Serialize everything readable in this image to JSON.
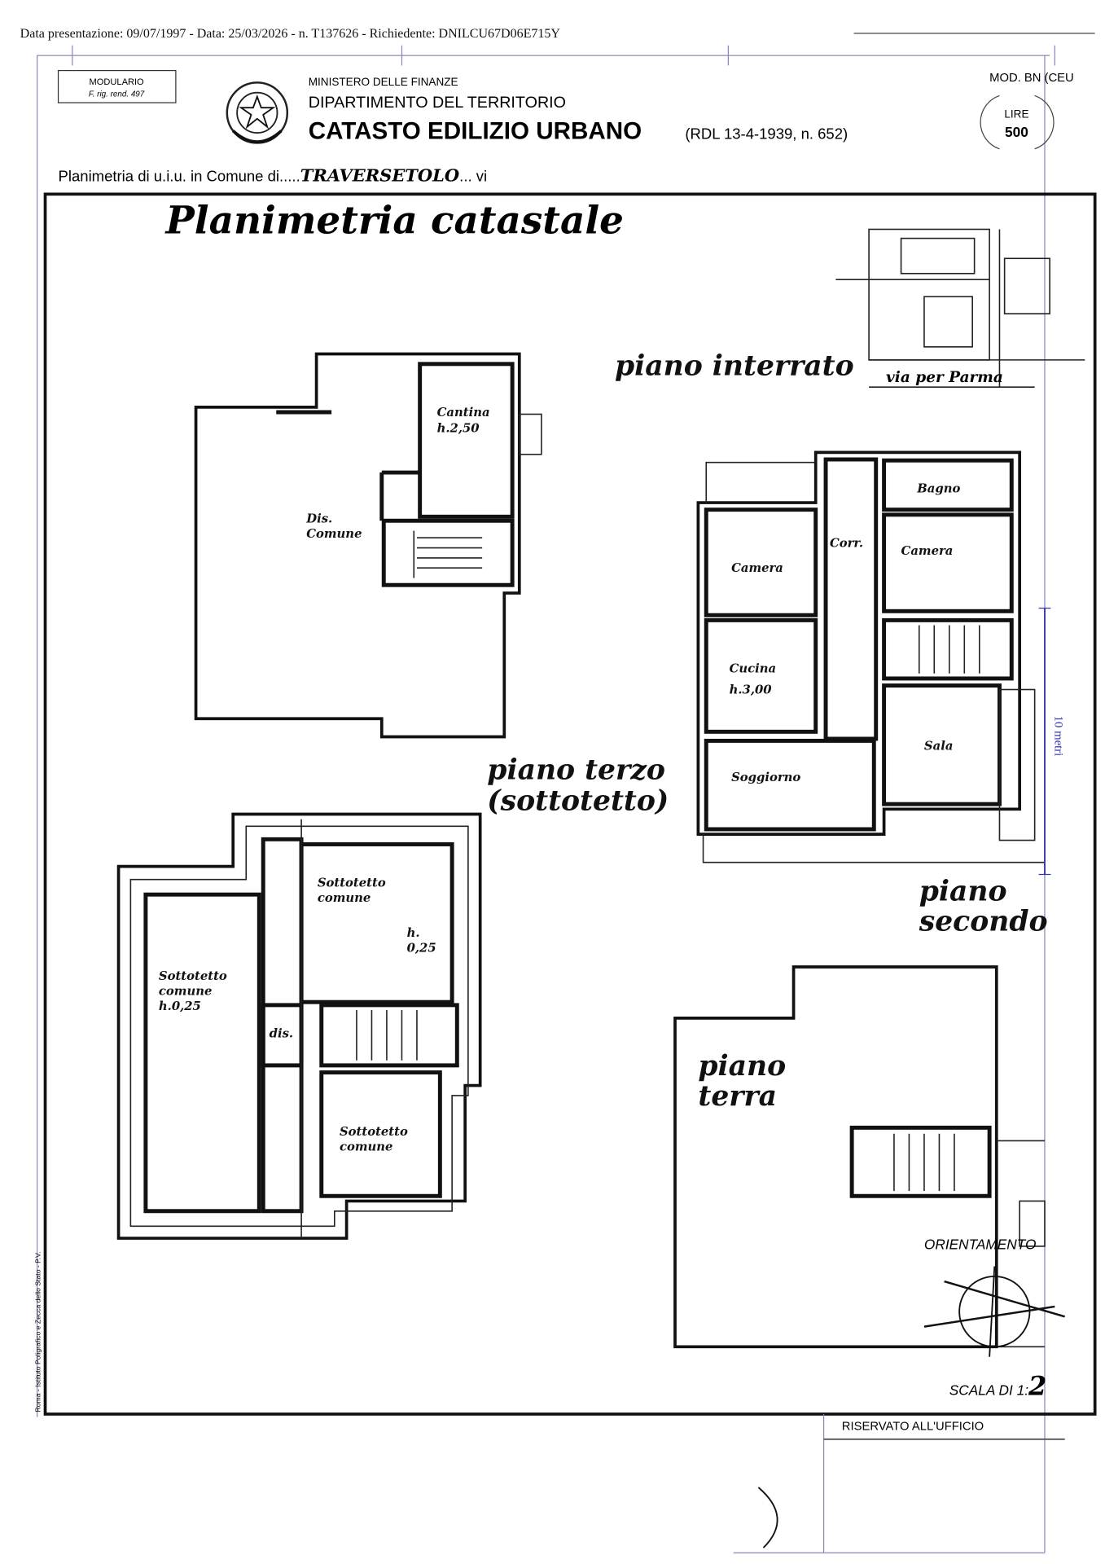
{
  "header_line": "Data presentazione: 09/07/1997 - Data: 25/03/2026 - n. T137626 - Richiedente: DNILCU67D06E715Y",
  "form": {
    "modulario": "MODULARIO",
    "rig_rend": "F. rig. rend. 497",
    "ministry": "MINISTERO DELLE FINANZE",
    "department": "DIPARTIMENTO DEL TERRITORIO",
    "catasto": "CATASTO EDILIZIO URBANO",
    "law": "(RDL 13-4-1939, n. 652)",
    "mod": "MOD. BN (CEU",
    "stamp_lire": "LIRE",
    "stamp_value": "500",
    "comune_prefix": "Planimetria di u.i.u. in Comune di.....",
    "comune_value": "TRAVERSETOLO",
    "comune_suffix": "... vi",
    "side_text": "Roma - Istituto Poligrafico e Zecca dello Stato - P.V.",
    "reserved": "RISERVATO ALL'UFFICIO",
    "scale": "SCALA DI 1:",
    "scale_value": "2",
    "orientation": "ORIENTAMENTO"
  },
  "drawing": {
    "title": "Planimetria catastale",
    "street": "via per Parma",
    "scale_bar": "10 metri",
    "scale_bar_color": "#3333aa",
    "floors": {
      "interrato": "piano interrato",
      "terzo_1": "piano terzo",
      "terzo_2": "(sottotetto)",
      "secondo_1": "piano",
      "secondo_2": "secondo",
      "terra_1": "piano",
      "terra_2": "terra"
    },
    "rooms": {
      "cantina": "Cantina",
      "cantina_h": "h.2,50",
      "dis_comune_1": "Dis.",
      "dis_comune_2": "Comune",
      "bagno": "Bagno",
      "corr": "Corr.",
      "camera_l": "Camera",
      "camera_r": "Camera",
      "cucina": "Cucina",
      "cucina_h": "h.3,00",
      "sala": "Sala",
      "soggiorno": "Soggiorno",
      "sott_top_1": "Sottotetto",
      "sott_top_2": "comune",
      "sott_top_h1": "h.",
      "sott_top_h2": "0,25",
      "sott_left_1": "Sottotetto",
      "sott_left_2": "comune",
      "sott_left_h": "h.0,25",
      "dis": "dis.",
      "sott_bot_1": "Sottotetto",
      "sott_bot_2": "comune"
    }
  }
}
